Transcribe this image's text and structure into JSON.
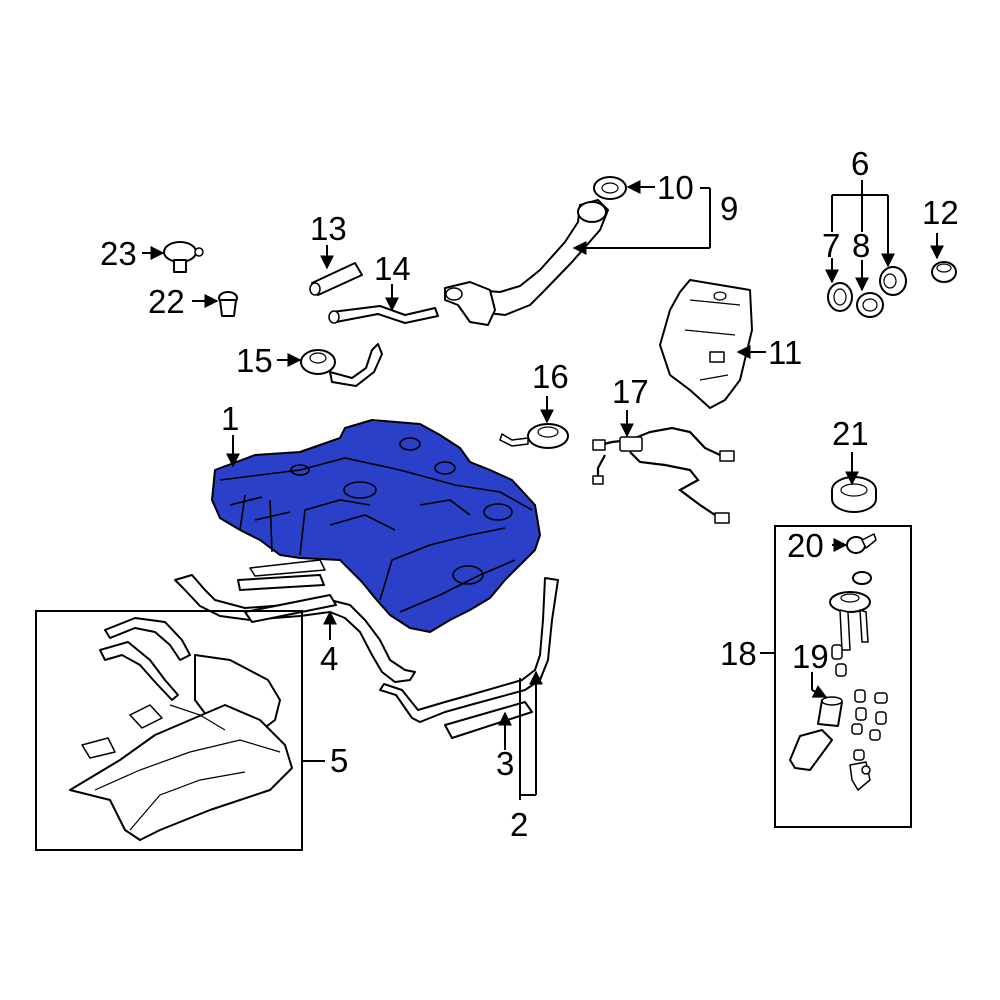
{
  "highlight_color": "#2a40c8",
  "line_color": "#000000",
  "background_color": "#ffffff",
  "callouts": {
    "c1": "1",
    "c2": "2",
    "c3": "3",
    "c4": "4",
    "c5": "5",
    "c6": "6",
    "c7": "7",
    "c8": "8",
    "c9": "9",
    "c10": "10",
    "c11": "11",
    "c12": "12",
    "c13": "13",
    "c14": "14",
    "c15": "15",
    "c16": "16",
    "c17": "17",
    "c18": "18",
    "c19": "19",
    "c20": "20",
    "c21": "21",
    "c22": "22",
    "c23": "23"
  }
}
